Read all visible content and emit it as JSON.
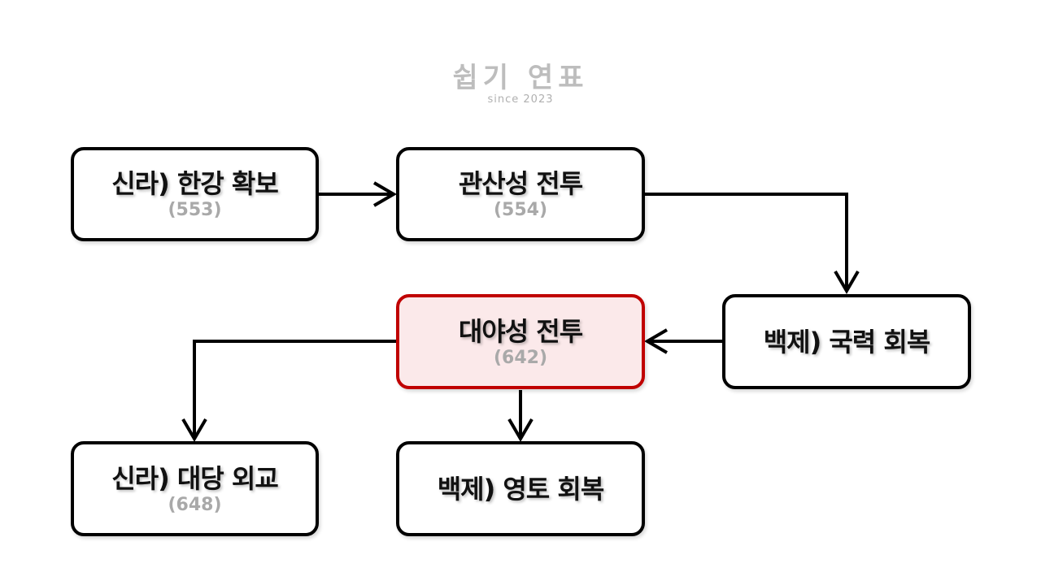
{
  "watermark": {
    "title": "쉽기 연표",
    "subtitle": "since 2023"
  },
  "nodes": [
    {
      "id": "n1",
      "title": "신라) 한강 확보",
      "year": "(553)"
    },
    {
      "id": "n2",
      "title": "관산성 전투",
      "year": "(554)"
    },
    {
      "id": "n3",
      "title": "백제) 국력 회복",
      "year": ""
    },
    {
      "id": "n4",
      "title": "대야성 전투",
      "year": "(642)",
      "highlight": true
    },
    {
      "id": "n5",
      "title": "신라) 대당 외교",
      "year": "(648)"
    },
    {
      "id": "n6",
      "title": "백제) 영토 회복",
      "year": ""
    }
  ],
  "edges": [
    {
      "from": "n1",
      "to": "n2"
    },
    {
      "from": "n2",
      "to": "n3"
    },
    {
      "from": "n3",
      "to": "n4"
    },
    {
      "from": "n4",
      "to": "n5"
    },
    {
      "from": "n4",
      "to": "n6"
    }
  ],
  "colors": {
    "highlight_border": "#c00000",
    "highlight_fill": "#fbe9ea",
    "year_text": "#a9a9a9"
  }
}
